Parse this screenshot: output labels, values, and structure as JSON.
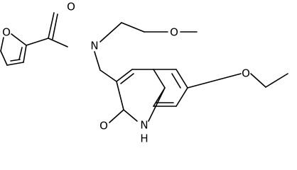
{
  "molecule": {
    "atom_labels": {
      "furan_oxygen": "O",
      "carbonyl_oxygen": "O",
      "amide_nitrogen": "N",
      "methoxy_oxygen": "O",
      "ethoxy_oxygen": "O",
      "lactam_oxygen": "O",
      "ring_nitrogen": "N",
      "ring_nitrogen_hydrogen": "H"
    },
    "colors": {
      "bond": "#000000",
      "label": "#000000",
      "background": "#ffffff"
    }
  }
}
